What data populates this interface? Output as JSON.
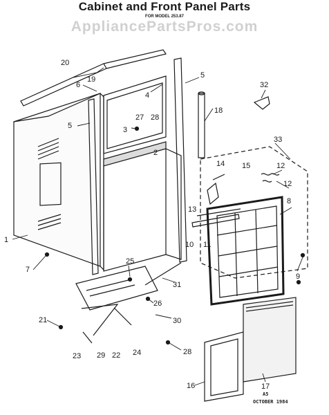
{
  "title": "Cabinet and Front Panel Parts",
  "subtitle": "FOR MODEL 253.87",
  "watermark": "AppliancePartsPros.com",
  "footer": {
    "code": "A5",
    "date": "OCTOBER 1984"
  },
  "callouts": [
    "1",
    "2",
    "3",
    "4",
    "5",
    "5",
    "6",
    "7",
    "8",
    "9",
    "10",
    "11",
    "12",
    "12",
    "13",
    "14",
    "15",
    "16",
    "17",
    "18",
    "19",
    "20",
    "21",
    "22",
    "23",
    "24",
    "25",
    "26",
    "27",
    "28",
    "28",
    "29",
    "30",
    "31",
    "32",
    "33"
  ]
}
